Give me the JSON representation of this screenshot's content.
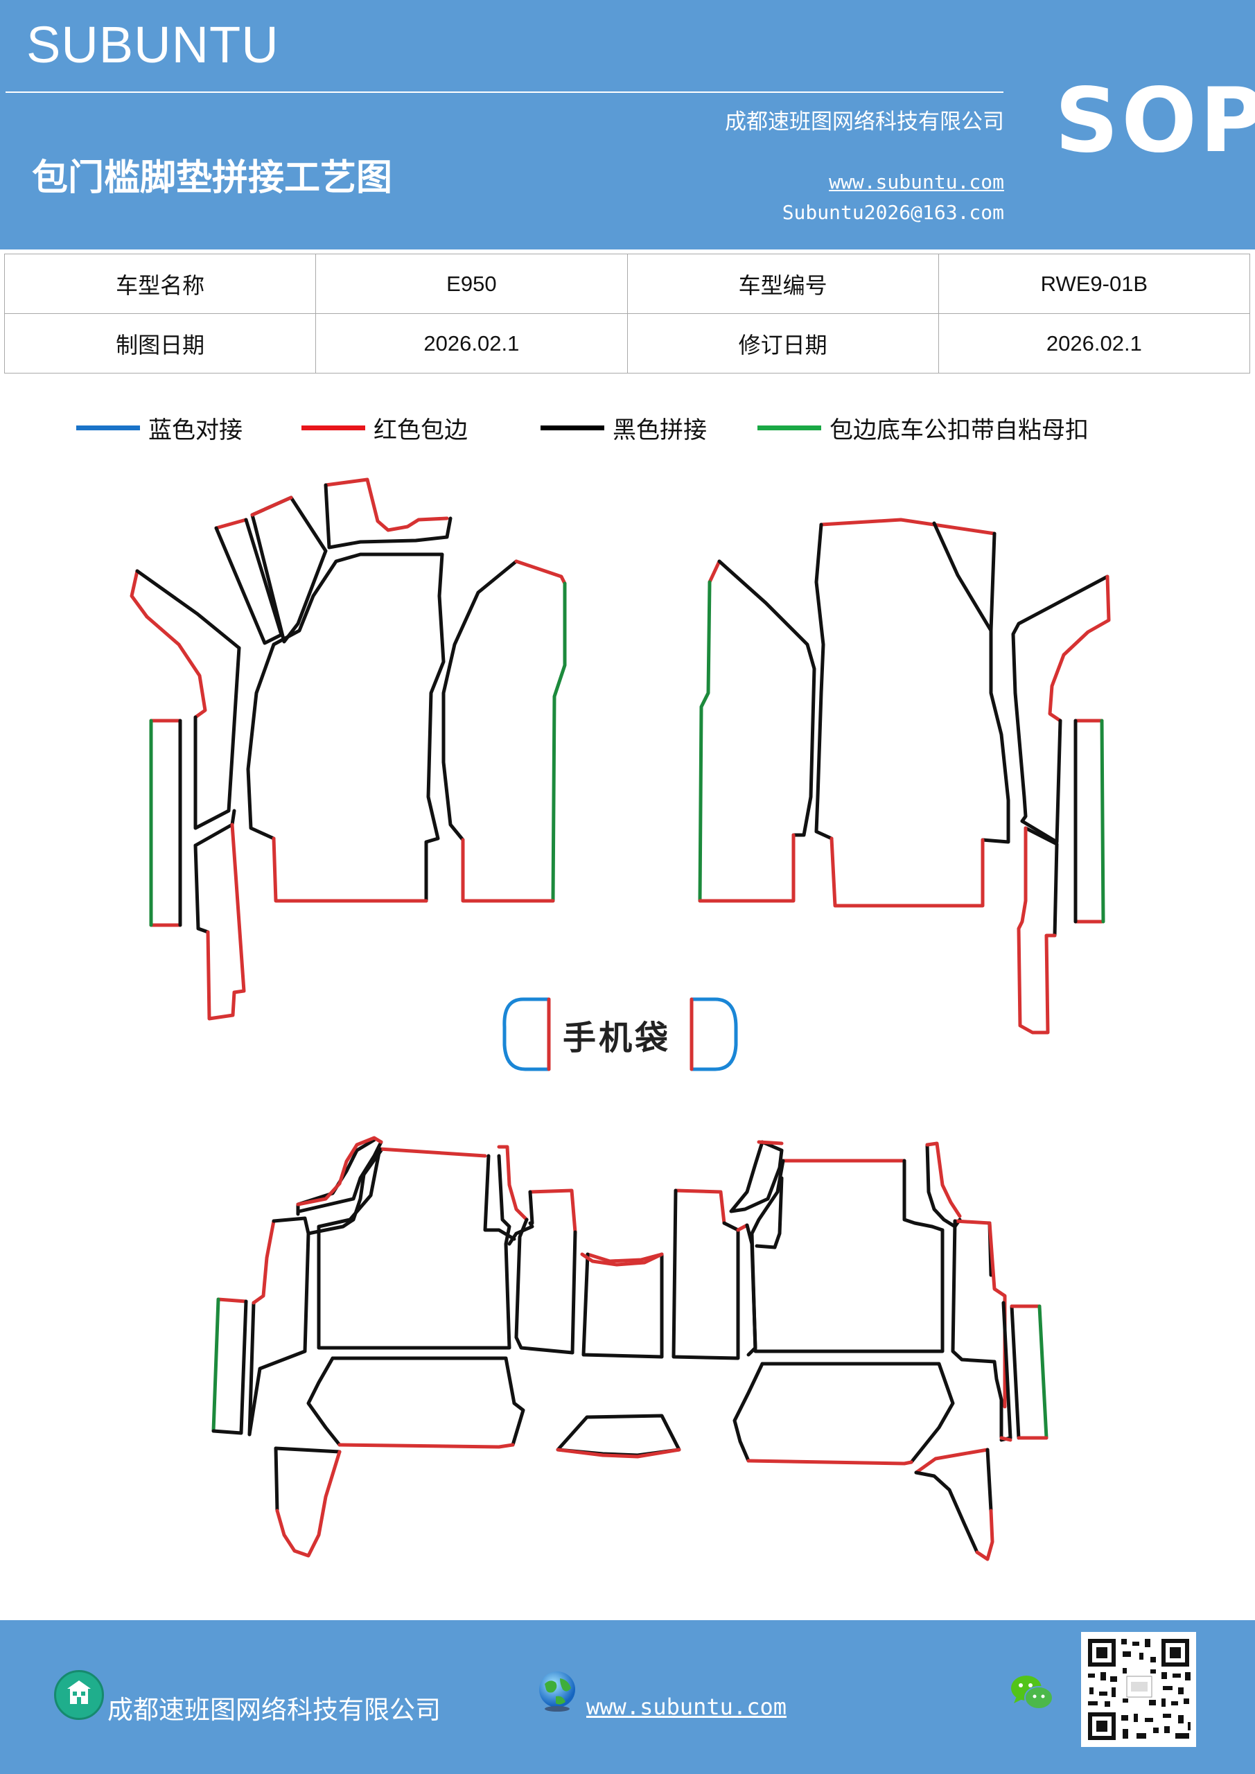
{
  "header": {
    "brand": "SUBUNTU",
    "company": "成都速班图网络科技有限公司",
    "sop": "SOP",
    "title": "包门槛脚垫拼接工艺图",
    "website": "www.subuntu.com",
    "email": "Subuntu2026@163.com"
  },
  "info_table": {
    "row1": {
      "label1": "车型名称",
      "value1": "E950",
      "label2": "车型编号",
      "value2": "RWE9-01B"
    },
    "row2": {
      "label1": "制图日期",
      "value1": "2026.02.1",
      "label2": "修订日期",
      "value2": "2026.02.1"
    }
  },
  "legend": [
    {
      "label": "蓝色对接",
      "color": "#1a73c8"
    },
    {
      "label": "红色包边",
      "color": "#e8151b"
    },
    {
      "label": "黑色拼接",
      "color": "#000000"
    },
    {
      "label": "包边底车公扣带自粘母扣",
      "color": "#1aa845"
    }
  ],
  "diagram": {
    "phone_pocket_label": "手机袋"
  },
  "footer": {
    "company": "成都速班图网络科技有限公司",
    "website": "www.subuntu.com",
    "icons": [
      "home-icon",
      "globe-icon",
      "wechat-icon",
      "qr-code"
    ]
  }
}
